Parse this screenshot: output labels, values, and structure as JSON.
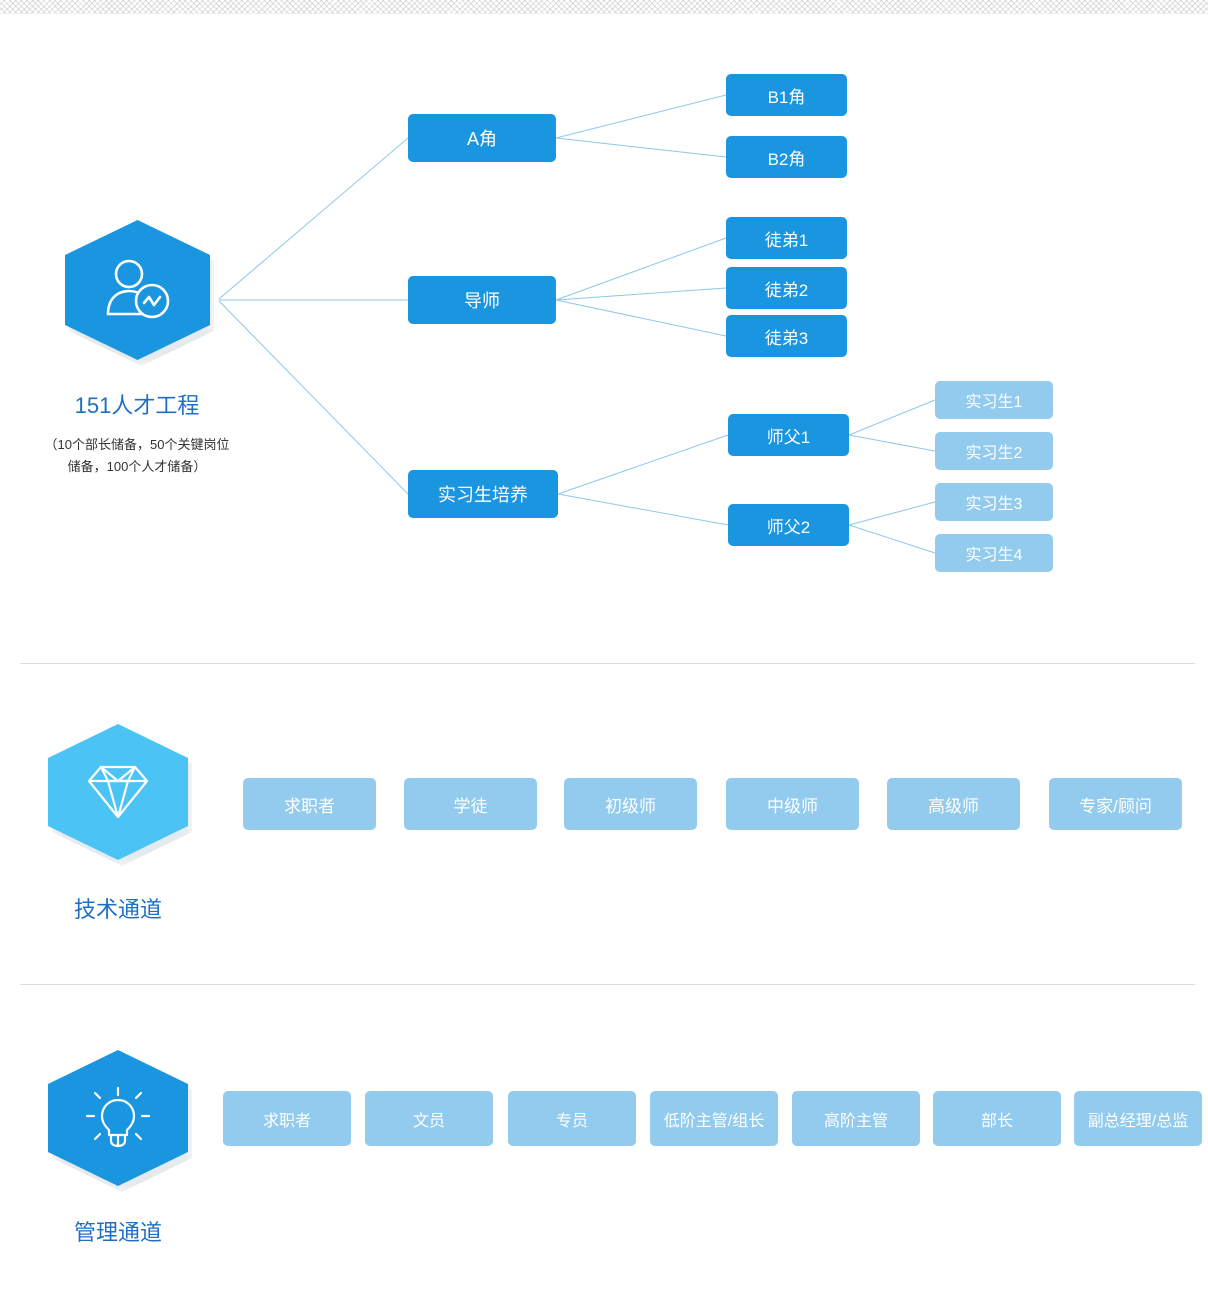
{
  "colors": {
    "primary_blue": "#1a95e0",
    "light_blue": "#92cbed",
    "sky_hex": "#4cc3f5",
    "title_blue": "#1f6fc4",
    "link_line": "#8fc7ea",
    "divider": "#dddddd"
  },
  "section_talent": {
    "hex_icon": "person-chart-icon",
    "title": "151人才工程",
    "subtitle_line1": "（10个部长储备，50个关键岗位",
    "subtitle_line2": "储备，100个人才储备）",
    "branches": [
      {
        "label": "A角",
        "children": [
          {
            "label": "B1角",
            "children": []
          },
          {
            "label": "B2角",
            "children": []
          }
        ]
      },
      {
        "label": "导师",
        "children": [
          {
            "label": "徒弟1",
            "children": []
          },
          {
            "label": "徒弟2",
            "children": []
          },
          {
            "label": "徒弟3",
            "children": []
          }
        ]
      },
      {
        "label": "实习生培养",
        "children": [
          {
            "label": "师父1",
            "children": [
              {
                "label": "实习生1"
              },
              {
                "label": "实习生2"
              }
            ]
          },
          {
            "label": "师父2",
            "children": [
              {
                "label": "实习生3"
              },
              {
                "label": "实习生4"
              }
            ]
          }
        ]
      }
    ]
  },
  "section_tech": {
    "hex_icon": "diamond-icon",
    "title": "技术通道",
    "levels": [
      "求职者",
      "学徒",
      "初级师",
      "中级师",
      "高级师",
      "专家/顾问"
    ]
  },
  "section_mgmt": {
    "hex_icon": "lightbulb-icon",
    "title": "管理通道",
    "levels": [
      "求职者",
      "文员",
      "专员",
      "低阶主管/组长",
      "高阶主管",
      "部长",
      "副总经理/总监"
    ]
  }
}
